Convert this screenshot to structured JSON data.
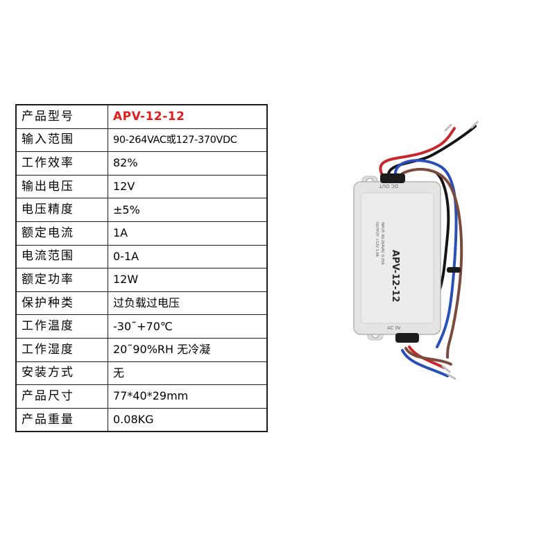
{
  "specs": [
    {
      "key": "产品型号",
      "value": "APV-12-12",
      "style": "model"
    },
    {
      "key": "输入范围",
      "value": "90-264VAC或127-370VDC",
      "style": "narrow"
    },
    {
      "key": "工作效率",
      "value": "82%",
      "style": ""
    },
    {
      "key": "输出电压",
      "value": "12V",
      "style": ""
    },
    {
      "key": "电压精度",
      "value": "±5%",
      "style": ""
    },
    {
      "key": "额定电流",
      "value": "1A",
      "style": ""
    },
    {
      "key": "电流范围",
      "value": "0-1A",
      "style": ""
    },
    {
      "key": "额定功率",
      "value": "12W",
      "style": ""
    },
    {
      "key": "保护种类",
      "value": "过负载过电压",
      "style": ""
    },
    {
      "key": "工作温度",
      "value": "-30˜+70℃",
      "style": ""
    },
    {
      "key": "工作湿度",
      "value": "20˜90%RH 无冷凝",
      "style": ""
    },
    {
      "key": "安装方式",
      "value": "无",
      "style": ""
    },
    {
      "key": "产品尺寸",
      "value": "77*40*29mm",
      "style": ""
    },
    {
      "key": "产品重量",
      "value": "0.08KG",
      "style": ""
    }
  ],
  "product": {
    "top_label": "DC OUT",
    "bottom_label": "AC IN",
    "model_label": "APV-12-12"
  },
  "colors": {
    "model_red": "#e21b1b",
    "case_gray": "#e4e5e3",
    "wire_red": "#c8262a",
    "wire_blue": "#2a4fb8",
    "wire_brown": "#7a4a3a",
    "wire_black": "#151515"
  }
}
